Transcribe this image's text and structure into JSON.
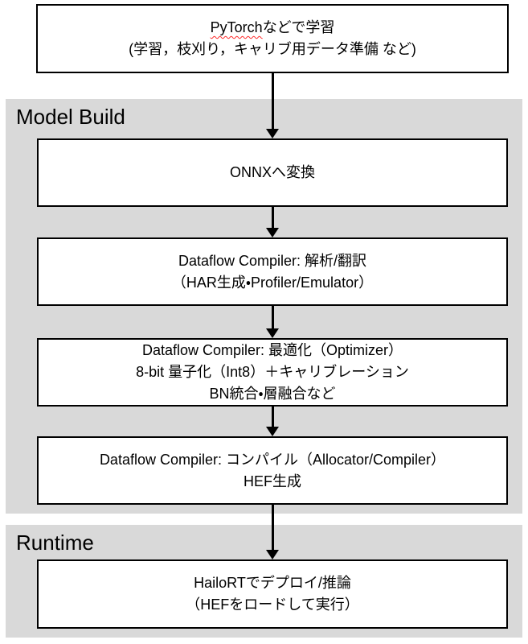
{
  "sections": {
    "model_build": {
      "label": "Model Build"
    },
    "runtime": {
      "label": "Runtime"
    }
  },
  "boxes": {
    "train": {
      "line1_spellchecked": "PyTorch",
      "line1_rest": "などで学習",
      "line2": "(学習，枝刈り，キャリブ用データ準備 など)"
    },
    "onnx": {
      "line1": "ONNXへ変換"
    },
    "parse": {
      "line1": "Dataflow Compiler: 解析/翻訳",
      "line2": "（HAR生成・Profiler/Emulator）"
    },
    "optimize": {
      "line1": "Dataflow Compiler: 最適化（Optimizer）",
      "line2": "8-bit 量子化（Int8）＋キャリブレーション",
      "line3": "BN統合・層融合など"
    },
    "compile": {
      "line1": "Dataflow Compiler: コンパイル（Allocator/Compiler）",
      "line2": "HEF生成"
    },
    "deploy": {
      "line1": "HailoRTでデプロイ/推論",
      "line2": "（HEFをロードして実行）"
    }
  },
  "colors": {
    "section_bg": "#d9d9d9",
    "box_bg": "#ffffff",
    "box_border": "#000000",
    "arrow": "#000000",
    "text": "#000000",
    "spellcheck_underline": "#ff2a2a"
  }
}
